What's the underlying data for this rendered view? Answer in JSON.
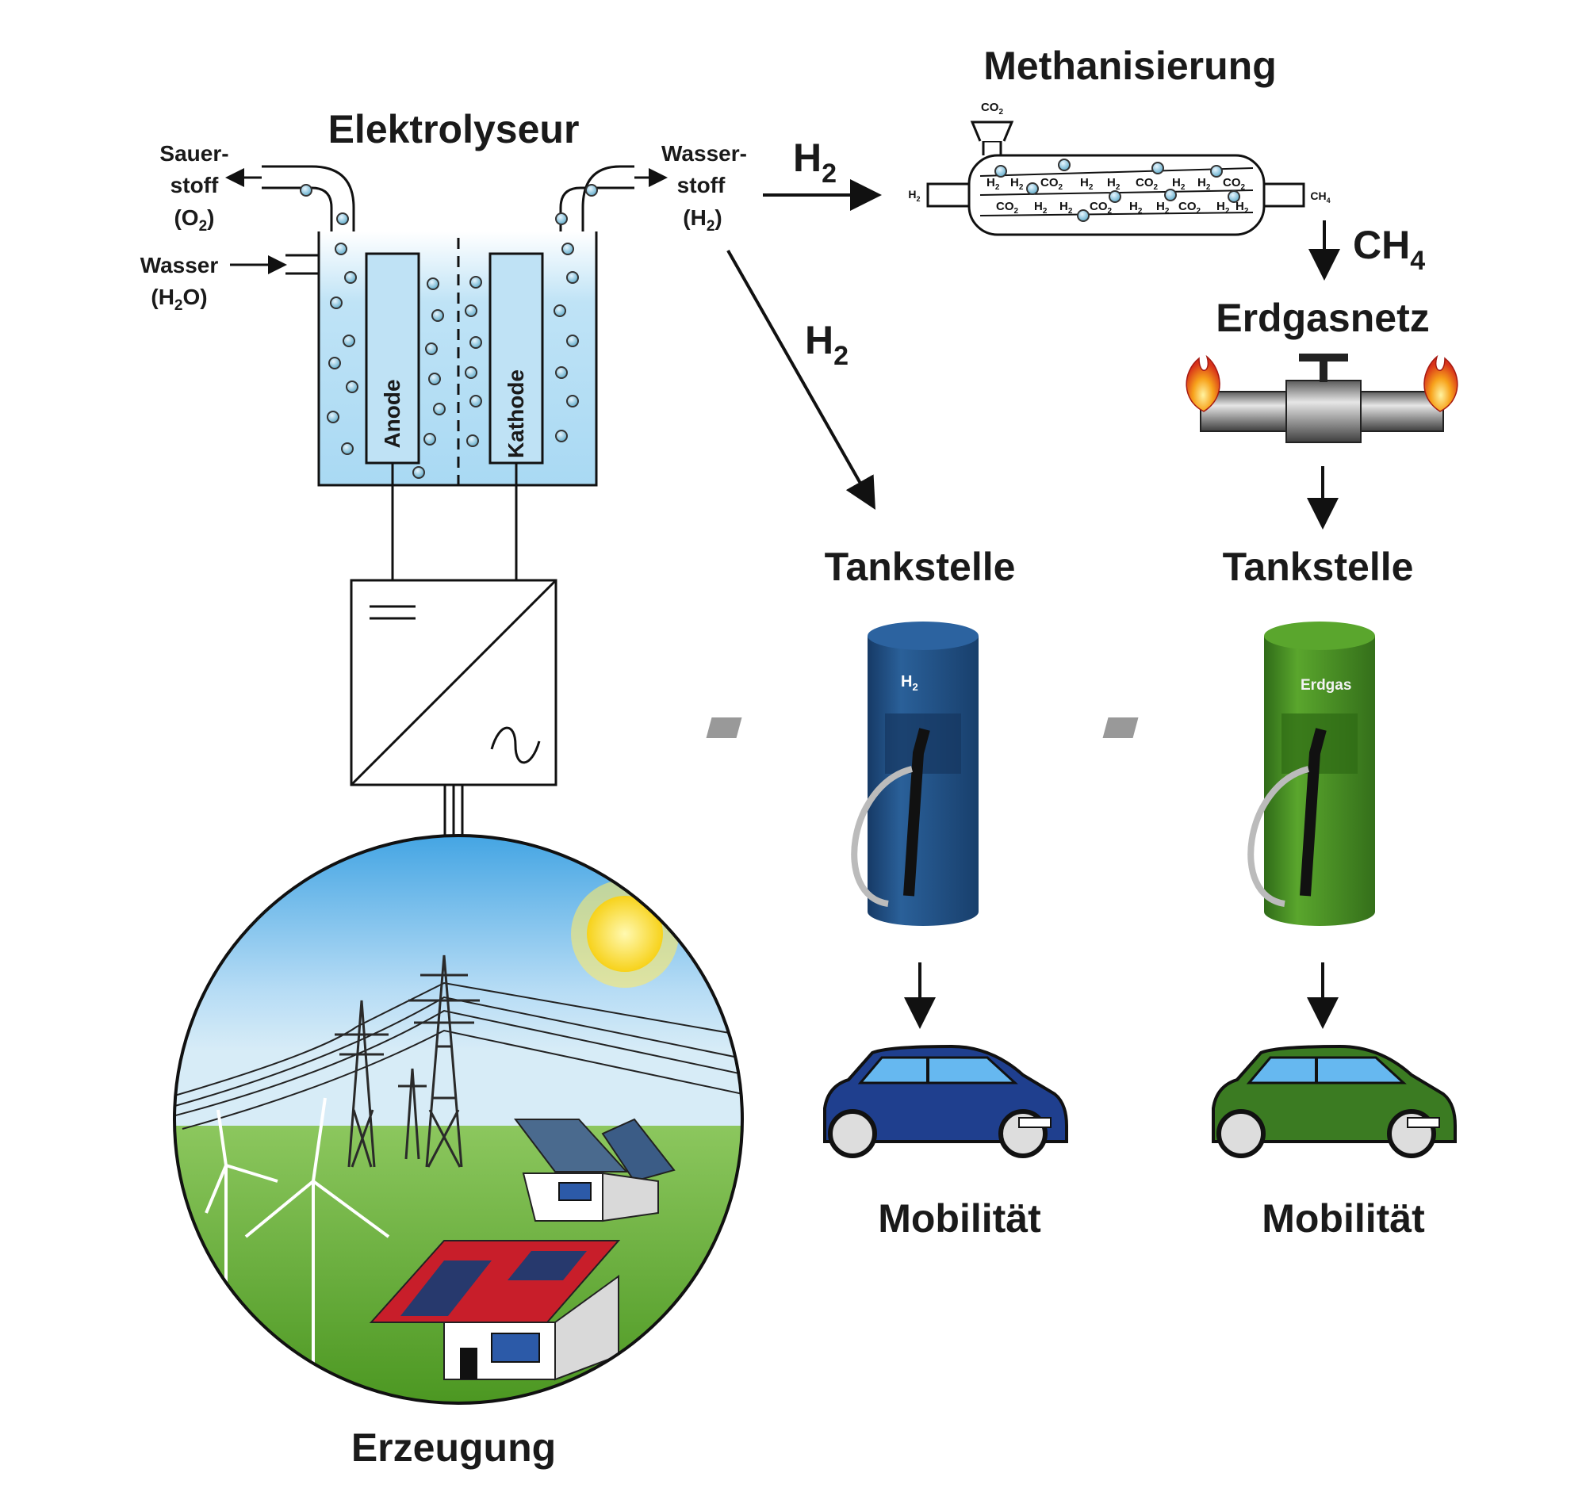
{
  "electrolyzer": {
    "title": "Elektrolyseur",
    "oxygen_label": [
      "Sauer-",
      "stoff",
      "(O",
      "2",
      ")"
    ],
    "water_label": [
      "Wasser",
      "(H",
      "2",
      "O)"
    ],
    "hydrogen_label": [
      "Wasser-",
      "stoff",
      "(H",
      "2",
      ")"
    ],
    "anode": "Anode",
    "cathode": "Kathode"
  },
  "methanation": {
    "title": "Methanisierung",
    "arrow_label": "H",
    "arrow_sub": "2",
    "co2_inlet": "CO",
    "co2_inlet_sub": "2",
    "h2_inlet": "H",
    "h2_inlet_sub": "2",
    "ch4_outlet": "CH",
    "ch4_outlet_sub": "4",
    "molecules_h2": "H",
    "molecules_co2": "CO",
    "sub2": "2"
  },
  "gas_grid": {
    "arrow_label": "CH",
    "arrow_sub": "4",
    "title": "Erdgasnetz"
  },
  "hydrogen_path": {
    "arrow_label": "H",
    "arrow_sub": "2",
    "station_title": "Tankstelle",
    "pump_label": "H",
    "pump_sub": "2",
    "mobility": "Mobilität"
  },
  "gas_path": {
    "station_title": "Tankstelle",
    "pump_label": "Erdgas",
    "mobility": "Mobilität"
  },
  "generation": {
    "title": "Erzeugung"
  },
  "colors": {
    "water": "#c9e8f8",
    "h2_pump": "#1e4f82",
    "gas_pump": "#4d8f26",
    "car_blue": "#1f3f8e",
    "car_green": "#3b7b22",
    "sky": "#5aaee6",
    "grass": "#5fa32a",
    "roof_red": "#c81e2a"
  }
}
